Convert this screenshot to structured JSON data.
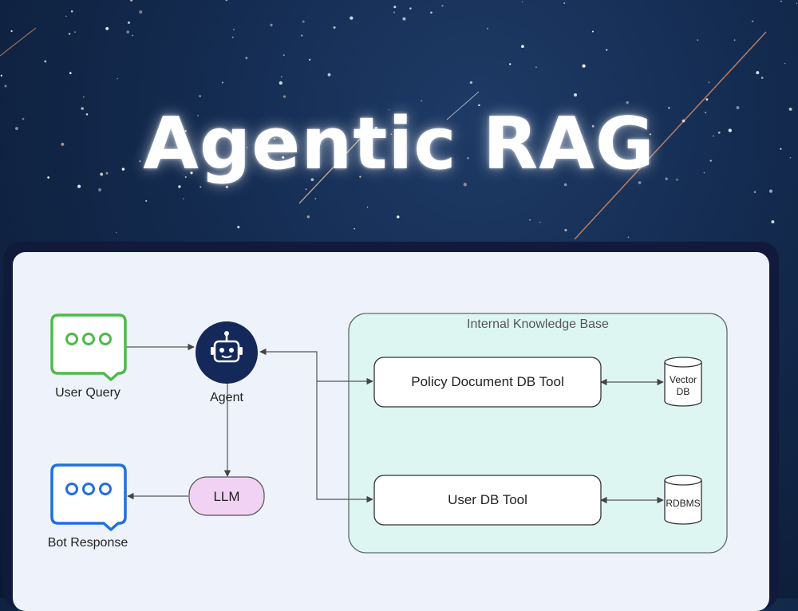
{
  "title": "Agentic RAG",
  "diagram": {
    "user_query": "User Query",
    "agent": "Agent",
    "llm": "LLM",
    "bot_response": "Bot Response",
    "knowledge_base": "Internal Knowledge Base",
    "policy_tool": "Policy Document DB Tool",
    "user_db_tool": "User DB Tool",
    "vector_db_line1": "Vector",
    "vector_db_line2": "DB",
    "rdbms": "RDBMS"
  },
  "colors": {
    "user_query_green": "#4cbb4a",
    "bot_response_blue": "#1f6fe0",
    "agent_navy": "#14285a",
    "llm_pink": "#f1d2f4",
    "knowledge_base_teal": "#def6f1"
  }
}
